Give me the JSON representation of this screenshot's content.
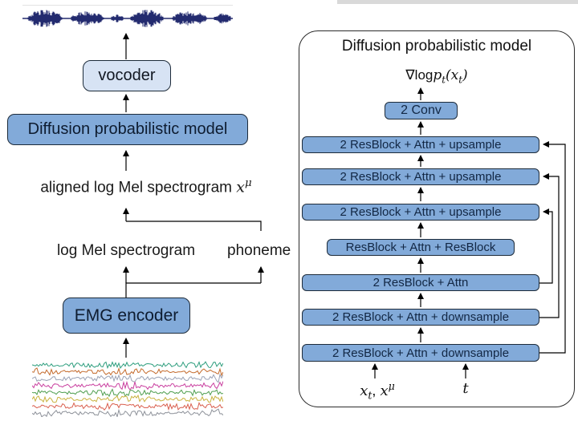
{
  "left": {
    "vocoder": "vocoder",
    "diffusion_model": "Diffusion probabilistic model",
    "aligned_spectrogram": {
      "text": "aligned log Mel spectrogram ",
      "var": "x",
      "sup": "μ"
    },
    "log_mel": "log Mel spectrogram",
    "phoneme": "phoneme",
    "emg_encoder": "EMG encoder",
    "emg_trace_colors": [
      "#2e9e7e",
      "#c46a2b",
      "#9aa2b5",
      "#c93f9f",
      "#4f9e4f",
      "#c9b23e",
      "#d95f4e",
      "#8d9199"
    ]
  },
  "panel": {
    "title": "Diffusion probabilistic model",
    "formula": {
      "grad": "∇log",
      "p": "p",
      "p_sub": "t",
      "open": "(",
      "x": "x",
      "x_sub": "t",
      "close": ")"
    },
    "blocks": {
      "conv": "2 Conv",
      "up1": "2 ResBlock + Attn + upsample",
      "up2": "2 ResBlock + Attn + upsample",
      "up3": "2 ResBlock + Attn + upsample",
      "mid": "ResBlock + Attn + ResBlock",
      "rba": "2 ResBlock + Attn",
      "down1": "2 ResBlock + Attn + downsample",
      "down2": "2 ResBlock + Attn + downsample"
    },
    "inputs": {
      "x1": "x",
      "x1_sub": "t",
      "sep": ", ",
      "x2": "x",
      "x2_sup": "μ",
      "t": "t"
    }
  },
  "colors": {
    "block_fill": "#82aad9",
    "block_fill_light": "#d7e3f4",
    "block_border": "#1d2b3a",
    "block_text": "#0e1c30",
    "waveform": "#232b6f",
    "connector": "#000000"
  }
}
